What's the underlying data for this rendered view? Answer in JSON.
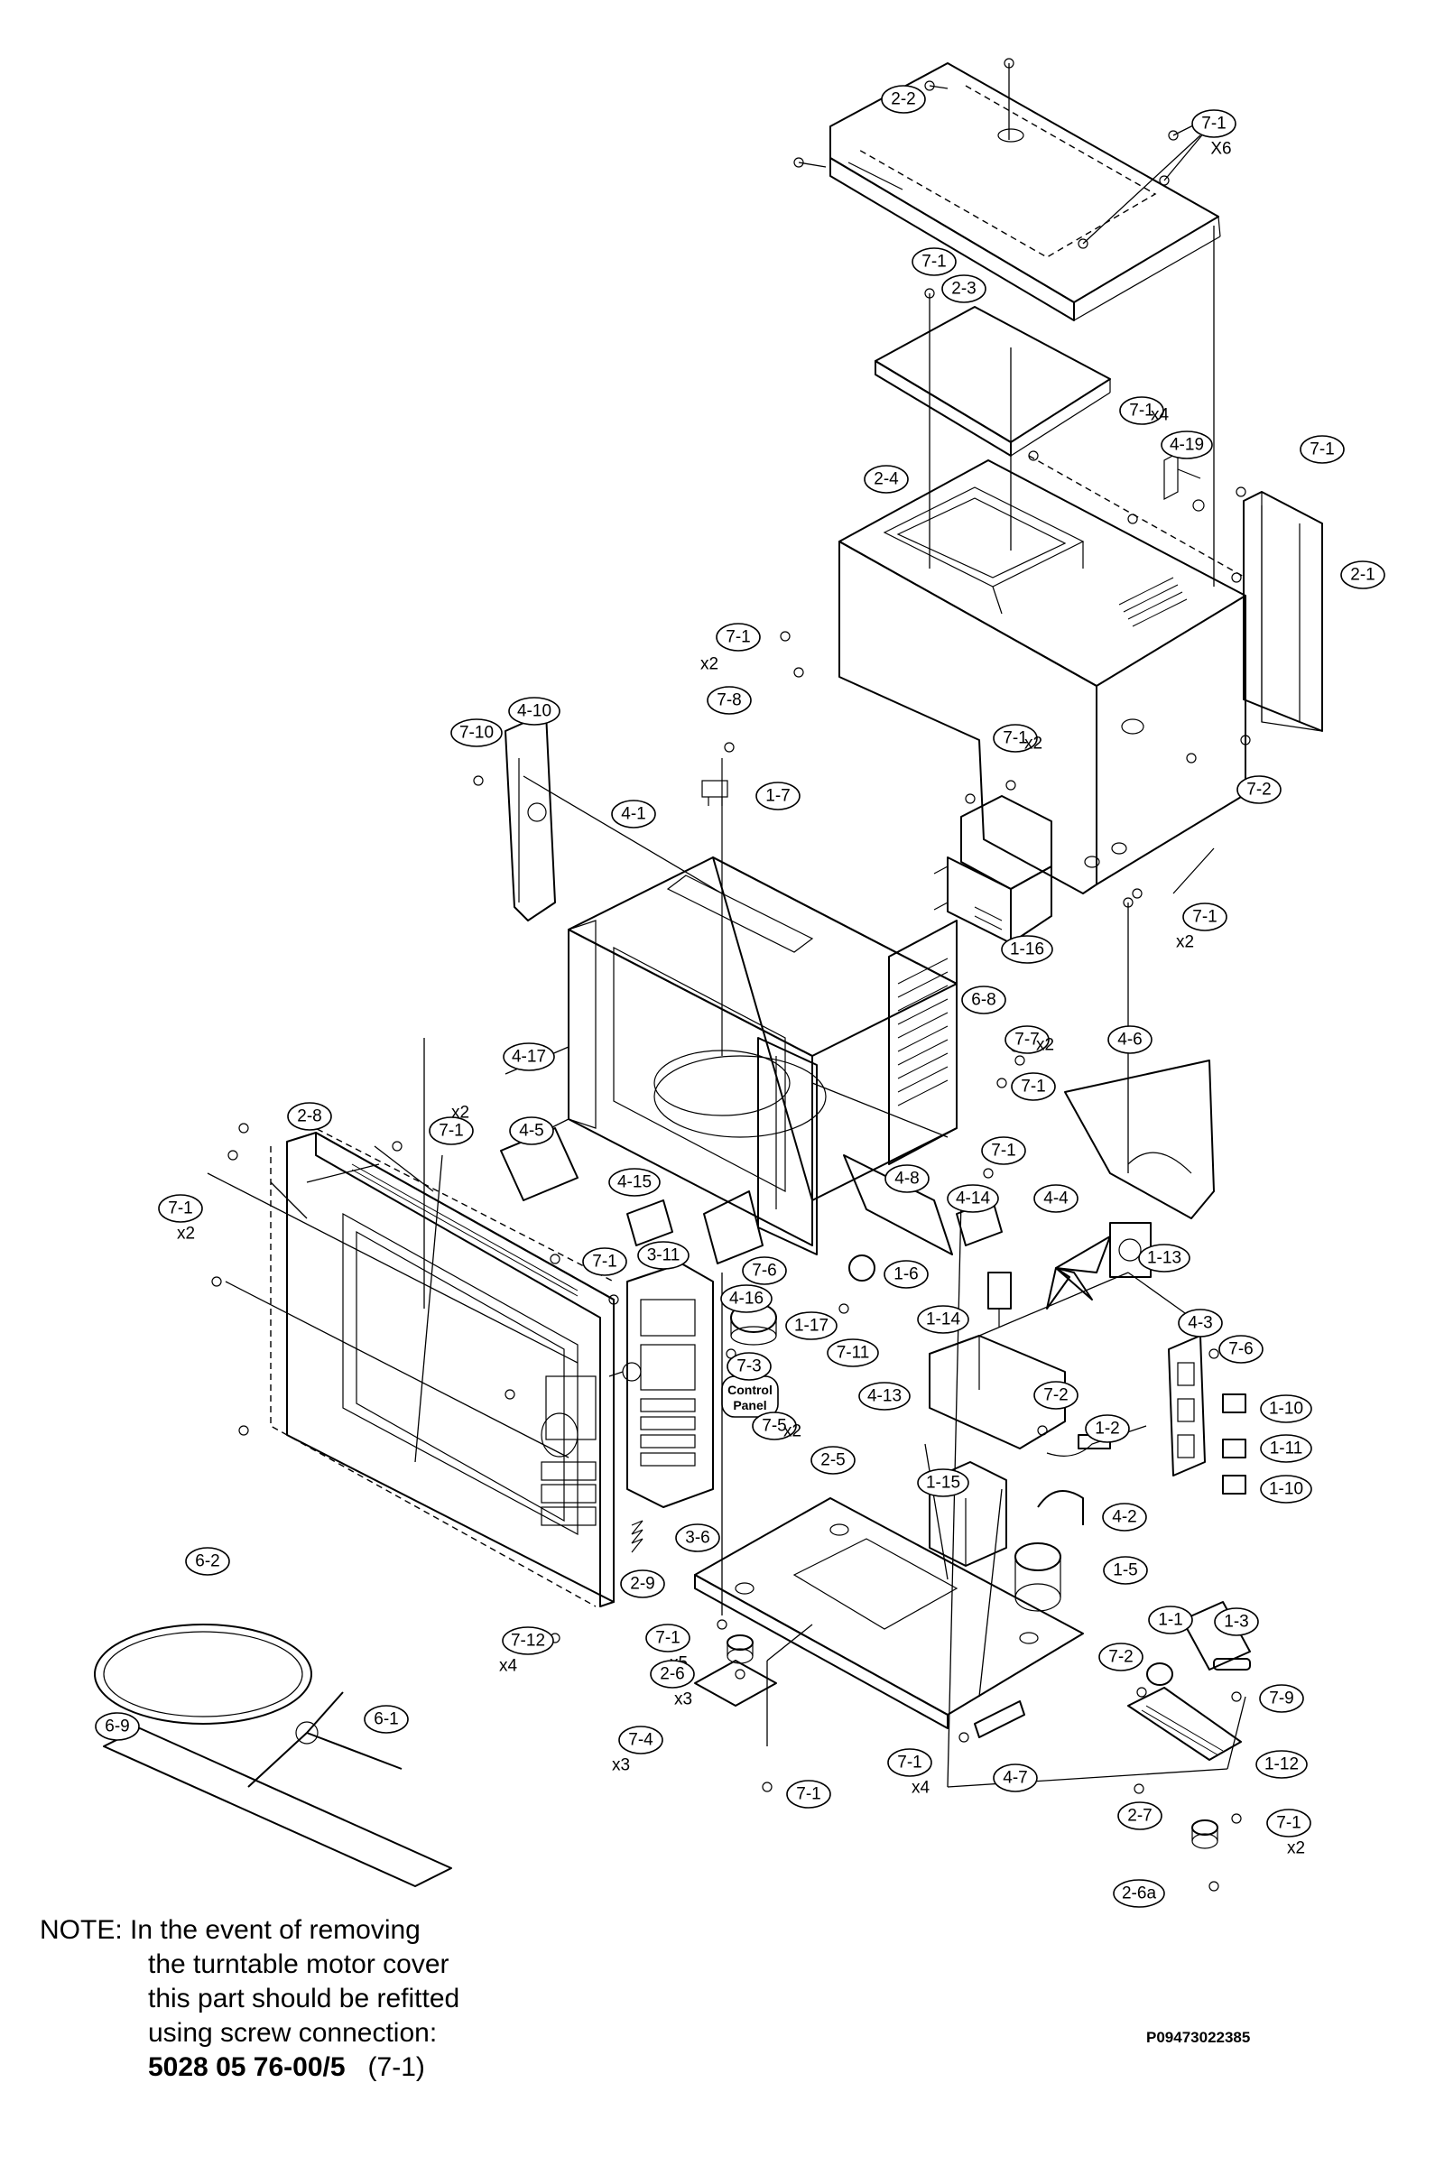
{
  "callouts": [
    {
      "label": "2-2",
      "qty": ""
    },
    {
      "label": "7-1",
      "qty": "X6"
    },
    {
      "label": "7-1",
      "qty": ""
    },
    {
      "label": "2-3",
      "qty": ""
    },
    {
      "label": "7-1",
      "qty": "x4"
    },
    {
      "label": "4-19",
      "qty": ""
    },
    {
      "label": "7-1",
      "qty": ""
    },
    {
      "label": "2-4",
      "qty": ""
    },
    {
      "label": "2-1",
      "qty": ""
    },
    {
      "label": "7-1",
      "qty": "x2"
    },
    {
      "label": "7-8",
      "qty": ""
    },
    {
      "label": "7-10",
      "qty": ""
    },
    {
      "label": "4-10",
      "qty": ""
    },
    {
      "label": "1-7",
      "qty": ""
    },
    {
      "label": "7-1",
      "qty": "x2"
    },
    {
      "label": "7-2",
      "qty": ""
    },
    {
      "label": "4-1",
      "qty": ""
    },
    {
      "label": "7-1",
      "qty": "x2"
    },
    {
      "label": "1-16",
      "qty": ""
    },
    {
      "label": "6-8",
      "qty": ""
    },
    {
      "label": "7-7",
      "qty": "x2"
    },
    {
      "label": "7-1",
      "qty": ""
    },
    {
      "label": "4-17",
      "qty": ""
    },
    {
      "label": "4-6",
      "qty": ""
    },
    {
      "label": "2-8",
      "qty": ""
    },
    {
      "label": "7-1",
      "qty": "x2"
    },
    {
      "label": "4-5",
      "qty": ""
    },
    {
      "label": "7-1",
      "qty": ""
    },
    {
      "label": "7-1",
      "qty": "x2"
    },
    {
      "label": "4-15",
      "qty": ""
    },
    {
      "label": "4-8",
      "qty": ""
    },
    {
      "label": "4-14",
      "qty": ""
    },
    {
      "label": "4-4",
      "qty": ""
    },
    {
      "label": "1-13",
      "qty": ""
    },
    {
      "label": "7-1",
      "qty": ""
    },
    {
      "label": "3-11",
      "qty": ""
    },
    {
      "label": "7-6",
      "qty": ""
    },
    {
      "label": "1-6",
      "qty": ""
    },
    {
      "label": "4-16",
      "qty": ""
    },
    {
      "label": "1-17",
      "qty": ""
    },
    {
      "label": "7-11",
      "qty": ""
    },
    {
      "label": "1-14",
      "qty": ""
    },
    {
      "label": "4-3",
      "qty": ""
    },
    {
      "label": "7-6",
      "qty": ""
    },
    {
      "label": "7-3",
      "qty": ""
    },
    {
      "label": "4-13",
      "qty": ""
    },
    {
      "label": "7-2",
      "qty": ""
    },
    {
      "label": "1-10",
      "qty": ""
    },
    {
      "label": "1-2",
      "qty": ""
    },
    {
      "label": "1-11",
      "qty": ""
    },
    {
      "label": "7-5",
      "qty": "x2"
    },
    {
      "label": "1-10",
      "qty": ""
    },
    {
      "label": "1-15",
      "qty": ""
    },
    {
      "label": "2-5",
      "qty": ""
    },
    {
      "label": "4-2",
      "qty": ""
    },
    {
      "label": "3-6",
      "qty": ""
    },
    {
      "label": "2-9",
      "qty": ""
    },
    {
      "label": "1-5",
      "qty": ""
    },
    {
      "label": "6-2",
      "qty": ""
    },
    {
      "label": "7-12",
      "qty": "x4"
    },
    {
      "label": "7-1",
      "qty": "x5"
    },
    {
      "label": "1-1",
      "qty": ""
    },
    {
      "label": "1-3",
      "qty": ""
    },
    {
      "label": "2-6",
      "qty": "x3"
    },
    {
      "label": "7-2",
      "qty": ""
    },
    {
      "label": "7-9",
      "qty": ""
    },
    {
      "label": "6-9",
      "qty": ""
    },
    {
      "label": "6-1",
      "qty": ""
    },
    {
      "label": "7-4",
      "qty": "x3"
    },
    {
      "label": "1-12",
      "qty": ""
    },
    {
      "label": "7-1",
      "qty": "x4"
    },
    {
      "label": "4-7",
      "qty": ""
    },
    {
      "label": "7-1",
      "qty": ""
    },
    {
      "label": "7-1",
      "qty": "x2"
    },
    {
      "label": "2-7",
      "qty": ""
    },
    {
      "label": "2-6a",
      "qty": ""
    }
  ],
  "control_panel_label_line1": "Control",
  "control_panel_label_line2": "Panel",
  "note": {
    "line1": "NOTE:  In the event of removing",
    "line2": "the turntable motor cover",
    "line3": "this part should be refitted",
    "line4": "using screw connection:",
    "part_number": "5028 05 76-00/5",
    "part_ref": "(7-1)"
  },
  "drawing_code": "P09473022385"
}
